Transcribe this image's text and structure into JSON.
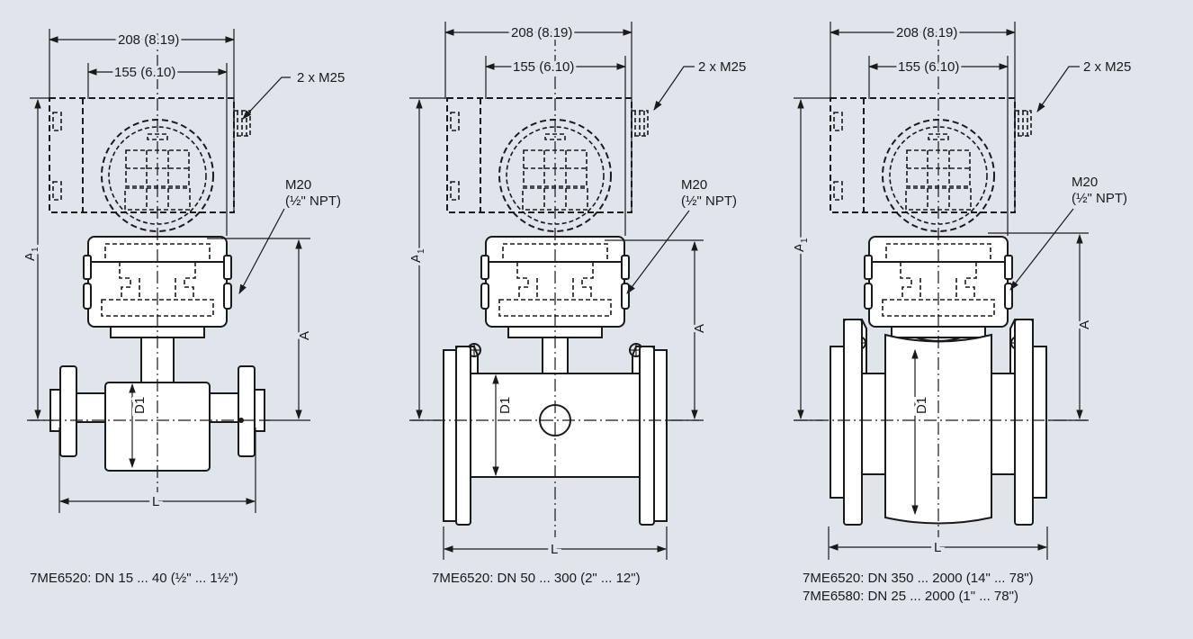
{
  "labels": {
    "width_outer": "208 (8.19)",
    "width_inner": "155 (6.10)",
    "cable_gland": "2 x M25",
    "conduit_line1": "M20",
    "conduit_line2": "(½\" NPT)",
    "dim_a1": "A",
    "dim_a1_sub": "1",
    "dim_a": "A",
    "dim_d1": "D1",
    "dim_l": "L"
  },
  "captions": {
    "view1": "7ME6520: DN 15 ... 40 (½\" ... 1½\")",
    "view2": "7ME6520: DN 50 ... 300 (2\" ... 12\")",
    "view3_line1": "7ME6520: DN 350 ... 2000 (14\" ... 78\")",
    "view3_line2": "7ME6580: DN 25 ... 2000 (1\" ... 78\")"
  },
  "colors": {
    "background": "#dfe5ea",
    "line": "#1a1a1a",
    "fill": "#ffffff"
  }
}
